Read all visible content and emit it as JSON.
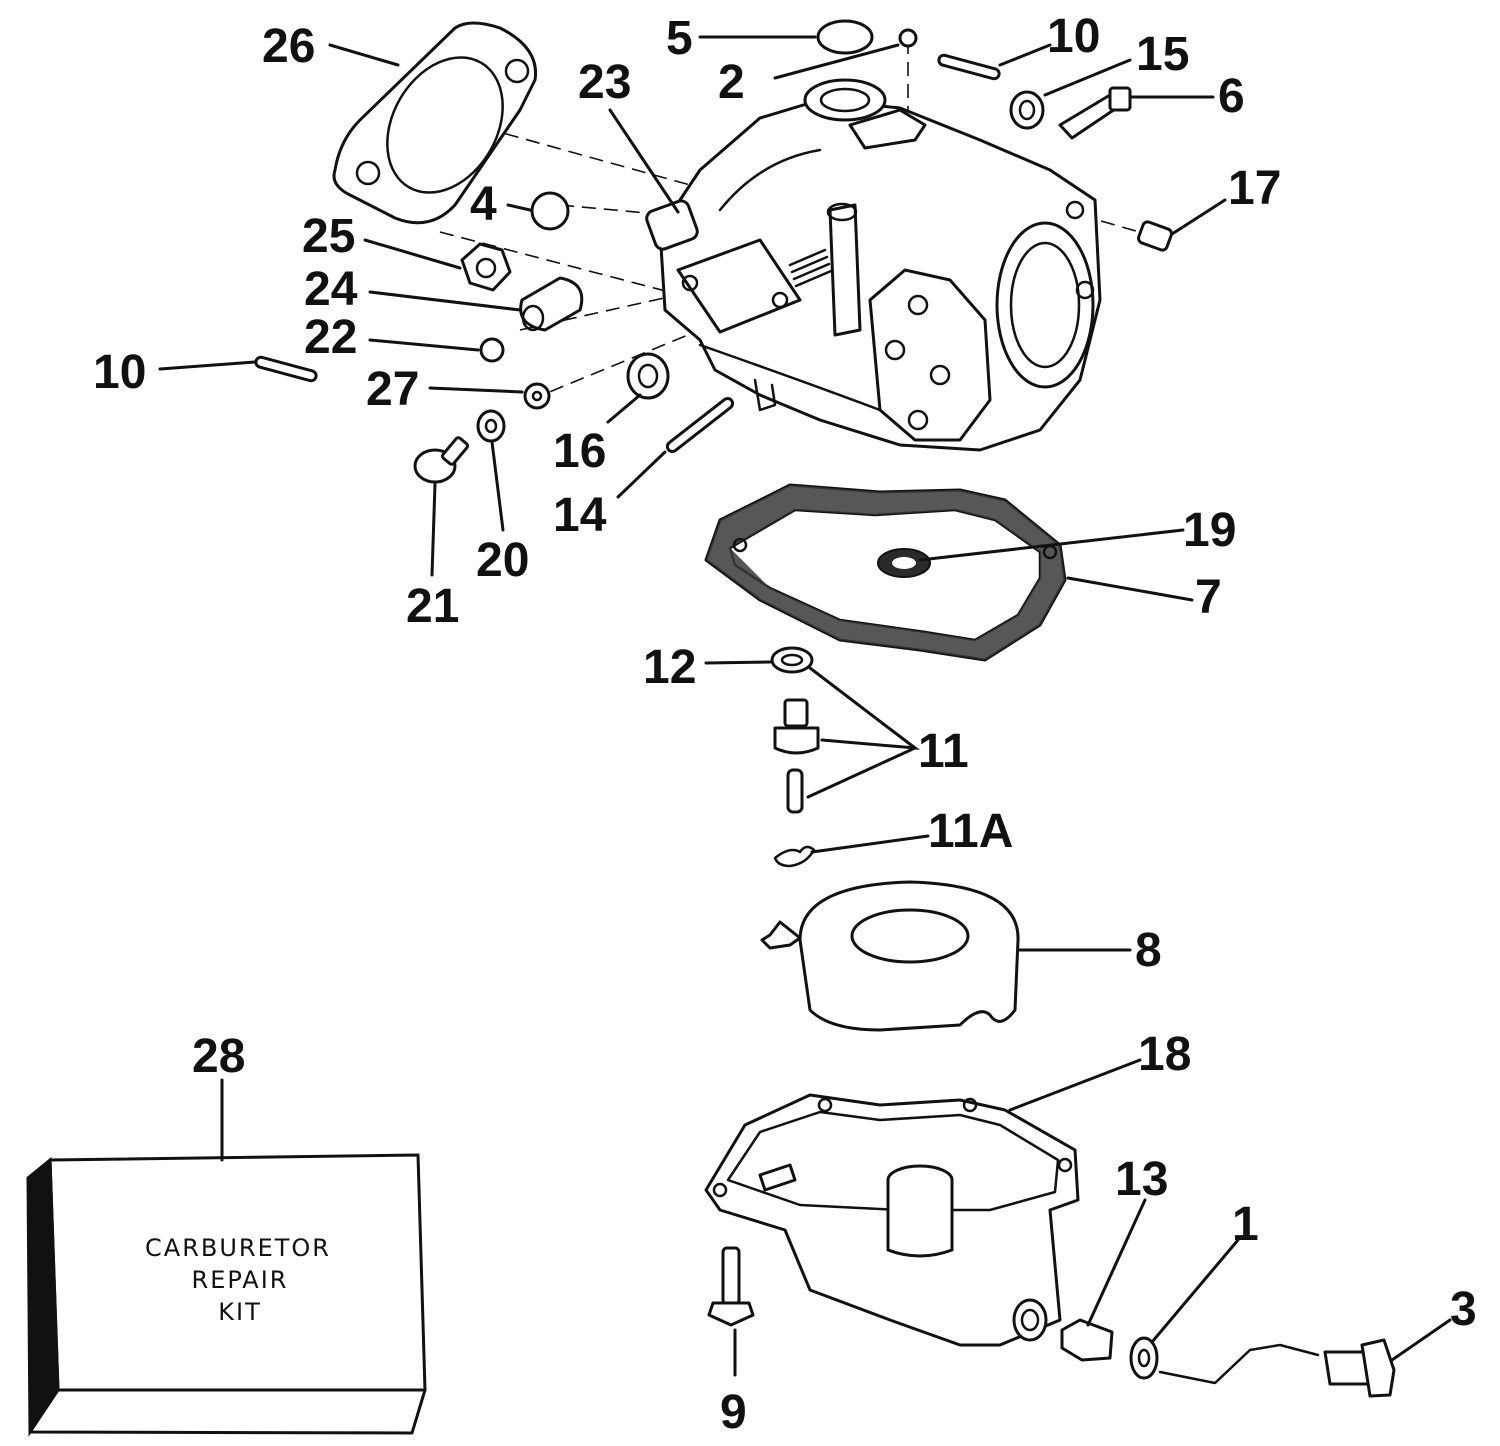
{
  "callouts": [
    {
      "id": "c1",
      "text": "1"
    },
    {
      "id": "c2",
      "text": "2"
    },
    {
      "id": "c3",
      "text": "3"
    },
    {
      "id": "c4",
      "text": "4"
    },
    {
      "id": "c5",
      "text": "5"
    },
    {
      "id": "c6",
      "text": "6"
    },
    {
      "id": "c7",
      "text": "7"
    },
    {
      "id": "c8",
      "text": "8"
    },
    {
      "id": "c9",
      "text": "9"
    },
    {
      "id": "c10a",
      "text": "10"
    },
    {
      "id": "c10b",
      "text": "10"
    },
    {
      "id": "c11",
      "text": "11"
    },
    {
      "id": "c11A",
      "text": "11A"
    },
    {
      "id": "c12",
      "text": "12"
    },
    {
      "id": "c13",
      "text": "13"
    },
    {
      "id": "c14",
      "text": "14"
    },
    {
      "id": "c15",
      "text": "15"
    },
    {
      "id": "c16",
      "text": "16"
    },
    {
      "id": "c17",
      "text": "17"
    },
    {
      "id": "c18",
      "text": "18"
    },
    {
      "id": "c19",
      "text": "19"
    },
    {
      "id": "c20",
      "text": "20"
    },
    {
      "id": "c21",
      "text": "21"
    },
    {
      "id": "c22",
      "text": "22"
    },
    {
      "id": "c23",
      "text": "23"
    },
    {
      "id": "c24",
      "text": "24"
    },
    {
      "id": "c25",
      "text": "25"
    },
    {
      "id": "c26",
      "text": "26"
    },
    {
      "id": "c27",
      "text": "27"
    },
    {
      "id": "c28",
      "text": "28"
    }
  ],
  "repair_kit": {
    "line1": "CARBURETOR",
    "line2": "REPAIR",
    "line3": "KIT"
  }
}
